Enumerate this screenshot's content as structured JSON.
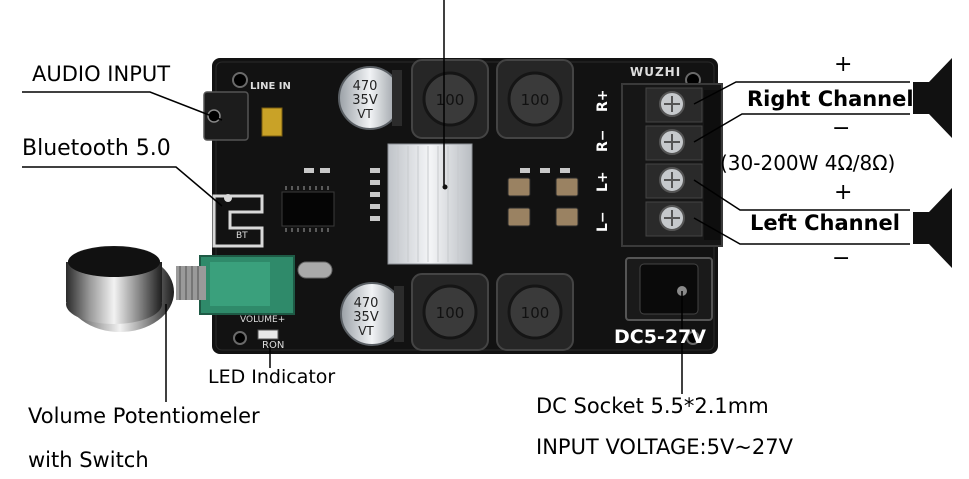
{
  "labels": {
    "audio_input": "AUDIO INPUT",
    "bluetooth": "Bluetooth 5.0",
    "right_channel": "Right Channel",
    "power_spec": "(30-200W 4Ω/8Ω)",
    "left_channel": "Left Channel",
    "led_indicator": "LED  Indicator",
    "volume_line1": "Volume Potentiomeler",
    "volume_line2": "with Switch",
    "dc_socket": "DC Socket 5.5*2.1mm",
    "input_voltage": "INPUT  VOLTAGE:5V~27V",
    "plus": "+",
    "minus": "−"
  },
  "board": {
    "brand": "WUZHI",
    "line_in": "LINE IN",
    "dc_label": "DC5-27V",
    "volume_label": "VOLUME+",
    "ron": "RON",
    "terminals": [
      "R+",
      "R−",
      "L+",
      "L−"
    ],
    "capacitor_text": [
      "470",
      "35V",
      "VT"
    ],
    "inductor_value": "100",
    "bt_mark": "BT"
  }
}
